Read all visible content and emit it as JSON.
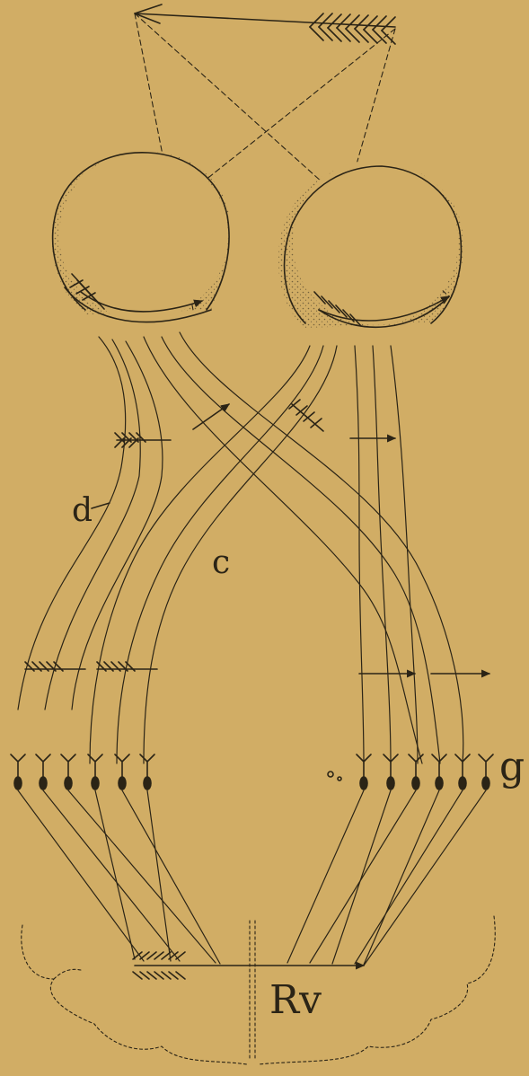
{
  "labels": {
    "d": "d",
    "c": "c",
    "g": "g",
    "rv": "Rv"
  },
  "colors": {
    "background": "#d1ad65",
    "ink": "#2b2416",
    "stipple": "#6b5a37"
  }
}
